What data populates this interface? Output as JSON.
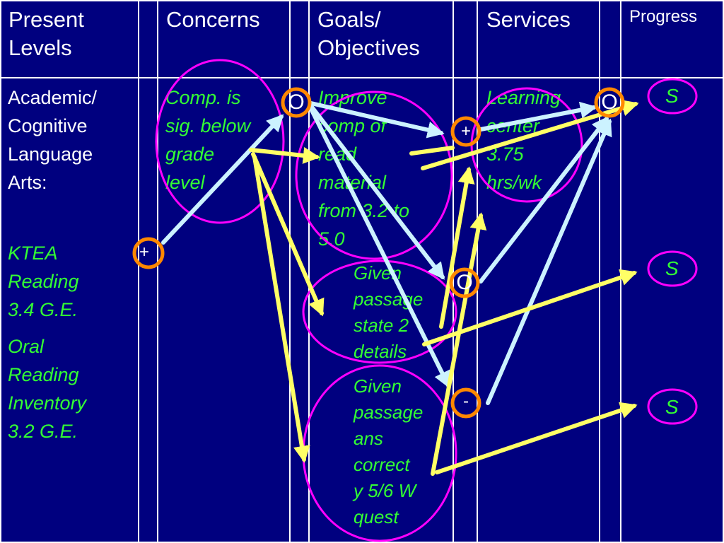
{
  "headers": {
    "present_levels": "Present\nLevels",
    "concerns": "Concerns",
    "goals_objectives": "Goals/\nObjectives",
    "services": "Services",
    "progress": "Progress"
  },
  "present_levels": {
    "area": "Academic/\nCognitive\nLanguage\nArts:",
    "ktea": "KTEA\nReading\n3.4 G.E.",
    "ori": "Oral\nReading\nInventory\n3.2 G.E."
  },
  "concern": "Comp. is\nsig. below\ngrade\nlevel",
  "goal": "Improve\ncomp of\nread\nmaterial\nfrom 3.2 to\n5.0",
  "objective_1": "Given\npassage\nstate 2\ndetails",
  "objective_2": "Given\npassage\nans\ncorrect\ny 5/6 W\nquest",
  "service": "Learning\ncenter\n3.75\nhrs/wk",
  "marks": {
    "present_levels_plus": "+",
    "concern_o": "O",
    "goal_plus": "+",
    "objective_1_o": "O",
    "objective_2_minus": "-",
    "service_o": "O"
  },
  "progress": {
    "goal": "S",
    "objective_1": "S",
    "objective_2": "S"
  },
  "colors": {
    "background": "#00007f",
    "grid": "#ffffff",
    "text": "#ffffff",
    "green_text": "#33ff33",
    "magenta_circle": "#ff00ff",
    "orange_ring": "#ff8800",
    "yellow_arrow": "#ffff66",
    "cyan_arrow": "#ccf2ff"
  }
}
